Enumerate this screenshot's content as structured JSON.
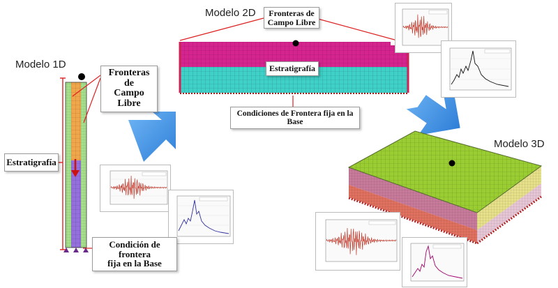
{
  "model_1d": {
    "title": "Modelo 1D",
    "callout_boundaries": [
      "Fronteras de",
      "Campo Libre"
    ],
    "callout_strat": "Estratigrafía",
    "callout_base": [
      "Condición de frontera",
      "fija en la Base"
    ]
  },
  "model_2d": {
    "title": "Modelo 2D",
    "callout_boundaries": [
      "Fronteras de",
      "Campo Libre"
    ],
    "callout_strat": "Estratigrafía",
    "callout_base": "Condiciones de Frontera fija en la Base"
  },
  "model_3d": {
    "title": "Modelo 3D"
  },
  "colors": {
    "layer_orange": "#f0a64a",
    "layer_purple": "#9370db",
    "layer_magenta": "#d6248f",
    "layer_cyan": "#3fd0c8",
    "top_green": "#9acd32",
    "arrow_blue": "#3d8fe0",
    "callout_line": "#dd2222",
    "signal_red": "#c0392b",
    "spectrum_blue": "#3030a0",
    "spectrum_black": "#111111",
    "spectrum_magenta": "#a0006a"
  },
  "icons": [
    "observation-point-icon",
    "fixed-support-icon",
    "flow-arrow-icon"
  ]
}
